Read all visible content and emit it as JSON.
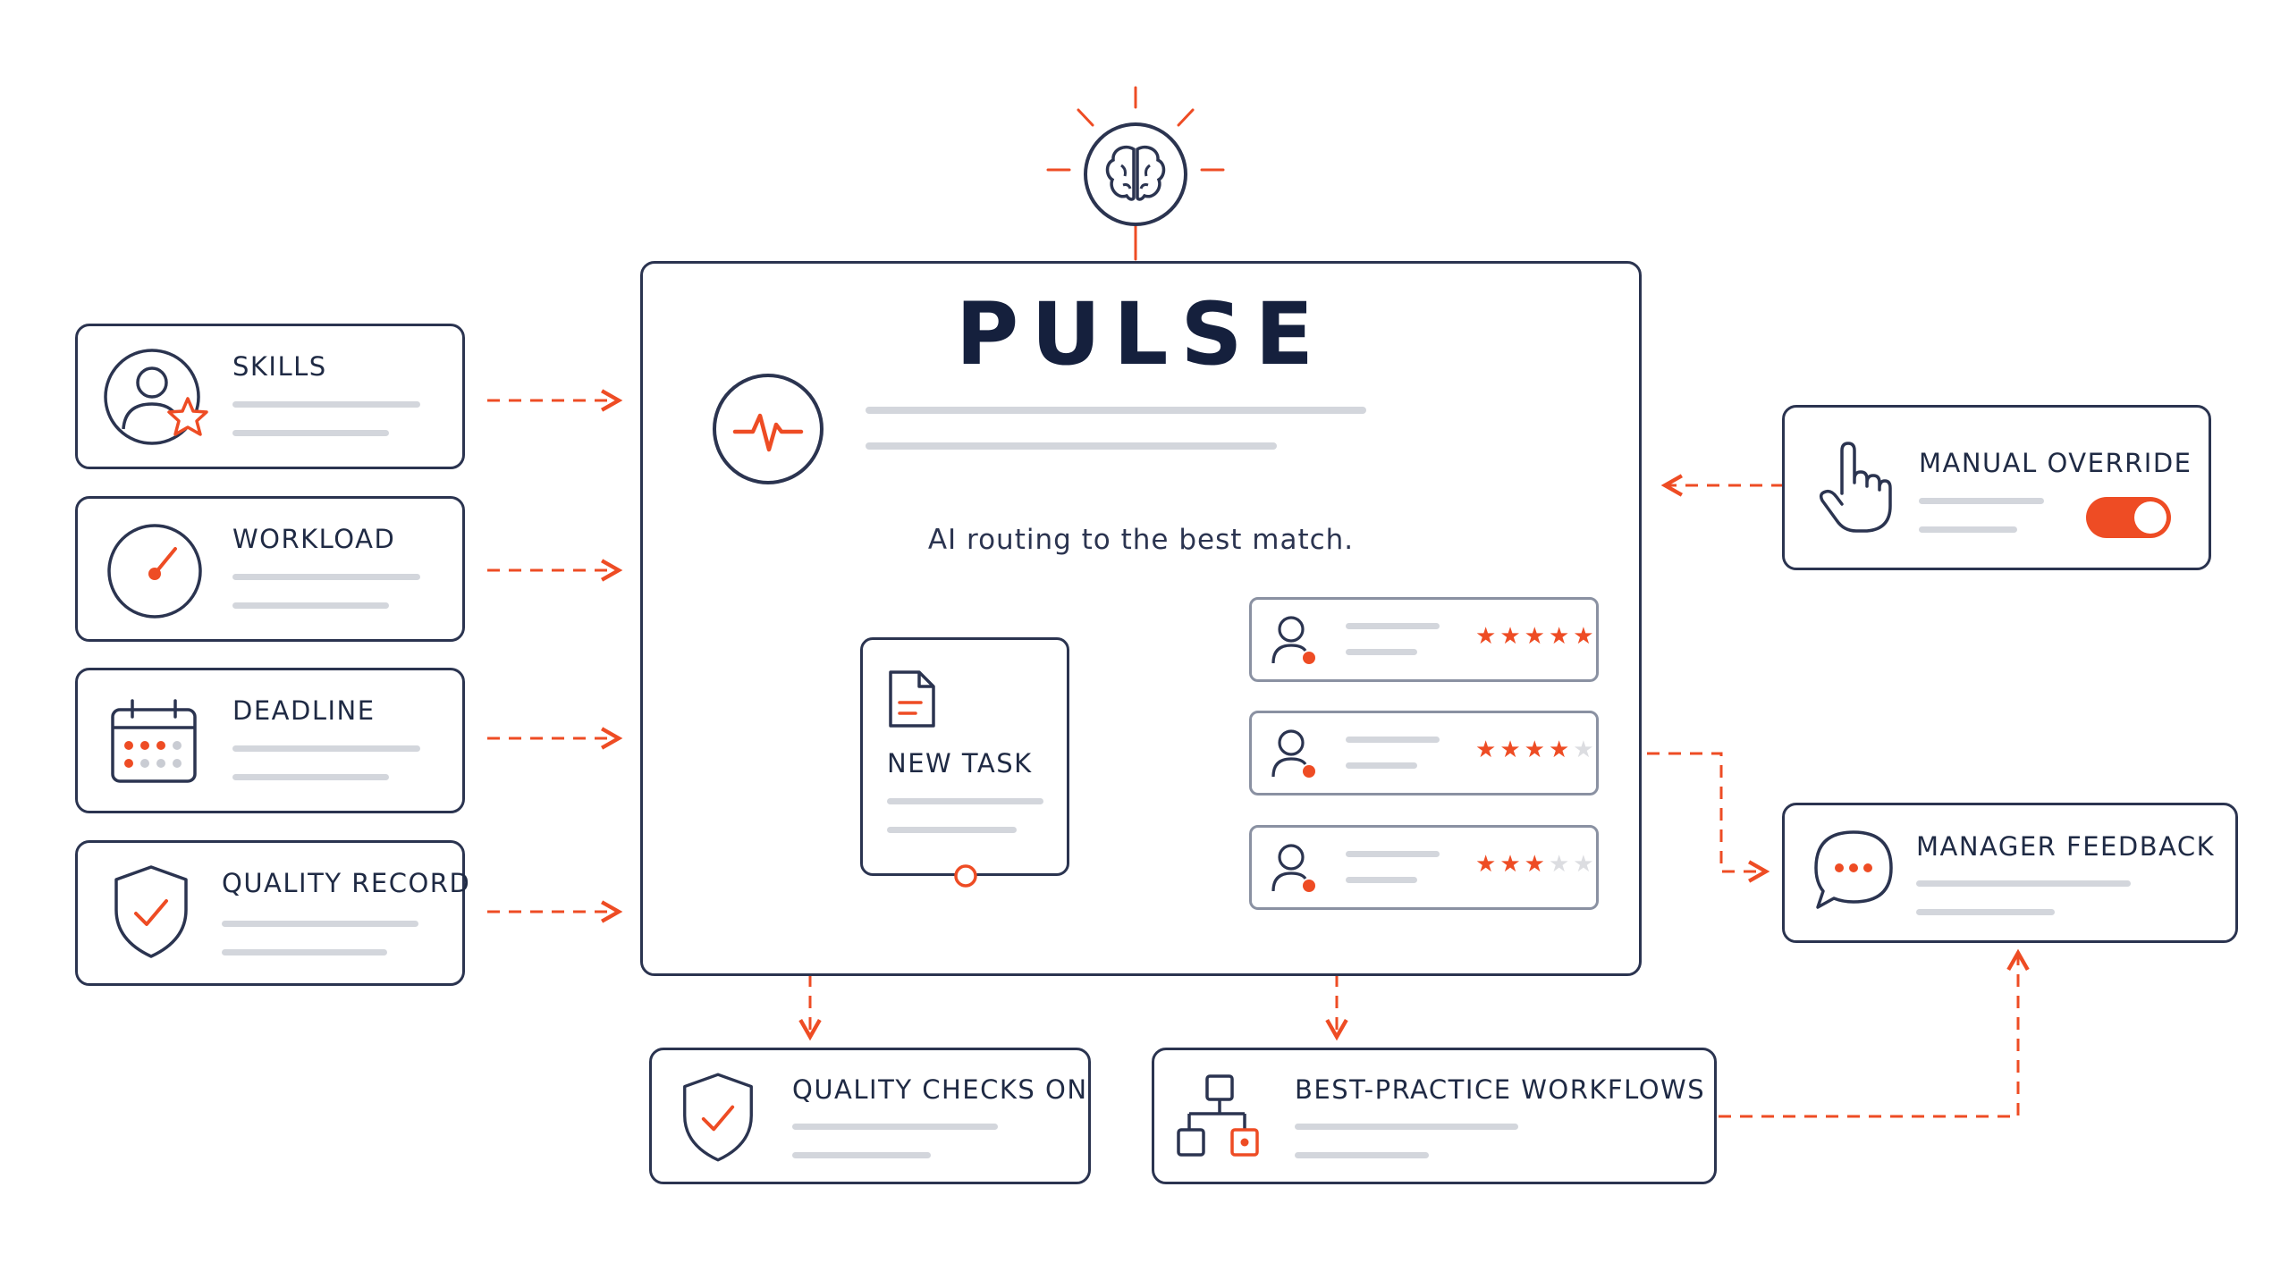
{
  "title": "PULSE",
  "tagline": "AI routing to the best match.",
  "inputs": [
    {
      "label": "SKILLS",
      "icon": "user-star-icon"
    },
    {
      "label": "WORKLOAD",
      "icon": "gauge-icon"
    },
    {
      "label": "DEADLINE",
      "icon": "calendar-icon"
    },
    {
      "label": "QUALITY RECORD",
      "icon": "shield-check-icon"
    }
  ],
  "new_task": {
    "label": "NEW TASK",
    "icon": "document-icon"
  },
  "candidates": [
    {
      "rating": 5,
      "max": 5
    },
    {
      "rating": 4,
      "max": 5
    },
    {
      "rating": 3,
      "max": 5
    }
  ],
  "manual_override": {
    "label": "MANUAL OVERRIDE",
    "toggle": "on"
  },
  "manager_feedback": {
    "label": "MANAGER FEEDBACK"
  },
  "outputs": [
    {
      "label": "QUALITY CHECKS ON",
      "icon": "shield-check-icon"
    },
    {
      "label": "BEST-PRACTICE WORKFLOWS",
      "icon": "workflow-icon"
    }
  ],
  "colors": {
    "accent": "#ee4c24",
    "ink": "#2b3450",
    "muted": "#d3d6dc"
  }
}
